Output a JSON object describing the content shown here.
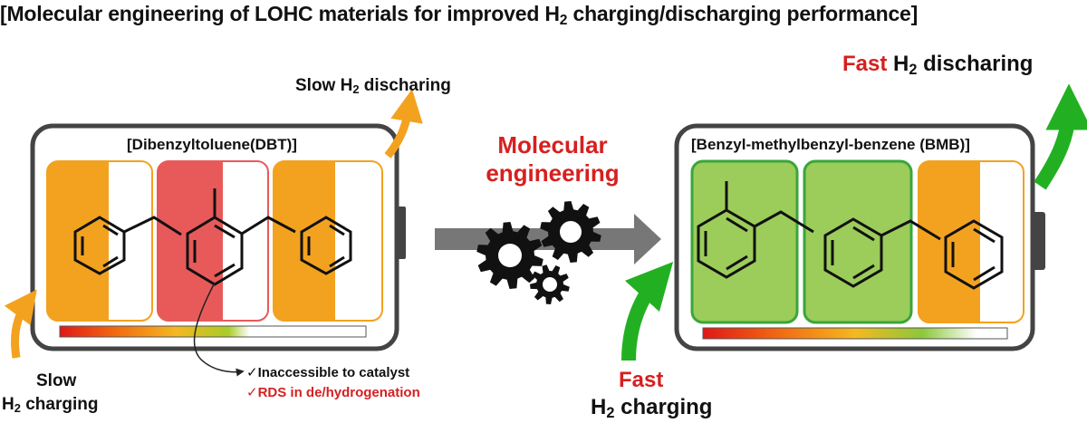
{
  "title": {
    "prefix": "[Molecular engineering of LOHC materials for improved H",
    "sub": "2",
    "suffix": " charging/discharging performance]"
  },
  "left_battery": {
    "name": "[Dibenzyltoluene(DBT)]",
    "discharge": {
      "prefix": "Slow H",
      "sub": "2",
      "suffix": " discharing"
    },
    "charge": {
      "line1": "Slow",
      "prefix": "H",
      "sub": "2",
      "suffix": " charging"
    },
    "notes": [
      {
        "check": "✓",
        "text": "Inaccessible to catalyst"
      },
      {
        "check": "✓",
        "text": "RDS in de/hydrogenation"
      }
    ]
  },
  "middle": {
    "line1": "Molecular",
    "line2": "engineering",
    "icon": "gears-icon"
  },
  "right_battery": {
    "name": "[Benzyl-methylbenzyl-benzene (BMB)]",
    "discharge": {
      "fast": "Fast",
      "prefix": " H",
      "sub": "2",
      "suffix": " discharing"
    },
    "charge": {
      "fast": "Fast",
      "prefix": "H",
      "sub": "2",
      "suffix": " charging"
    }
  },
  "colors": {
    "orange": "#f3a21f",
    "red_block": "#e85a5a",
    "green_block": "#9ccc5a",
    "green_border": "#3aa63a",
    "fast_green": "#22b022",
    "text_red": "#d62020",
    "arrow_gray": "#777777"
  }
}
